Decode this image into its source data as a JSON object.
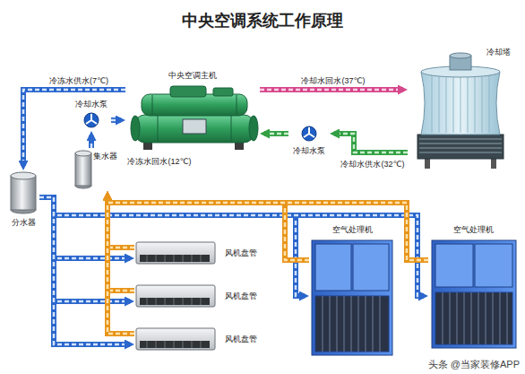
{
  "diagram": {
    "title": "中央空调系统工作原理",
    "nodes": [
      {
        "text": [
          "中央空调主机"
        ]
      },
      {
        "text": [
          "冷却水泵"
        ]
      },
      {
        "text": [
          "冷却水泵"
        ]
      },
      {
        "text": [
          "冷却塔"
        ]
      },
      {
        "text": [
          "集水器"
        ]
      },
      {
        "text": [
          "分水器"
        ]
      },
      {
        "text": [
          "风机盘管"
        ]
      },
      {
        "text": [
          "风机盘管"
        ]
      },
      {
        "text": [
          "风机盘管"
        ]
      },
      {
        "text": [
          "空气处理机"
        ]
      },
      {
        "text": [
          "空气处理机"
        ]
      }
    ],
    "edges": [
      {
        "from": 0,
        "to": 5,
        "label": "冷冻水供水(7℃)",
        "arrow": "to"
      },
      {
        "from": 4,
        "to": 1,
        "arrow": "to"
      },
      {
        "from": 1,
        "to": 0,
        "label": "冷冻水回水(12℃)",
        "arrow": "to"
      },
      {
        "from": 0,
        "to": 3,
        "label": "冷却水回水(37℃)",
        "arrow": "to"
      },
      {
        "from": 3,
        "to": 2,
        "label": "冷却水供水(32℃)",
        "arrow": "to"
      },
      {
        "from": 2,
        "to": 0,
        "arrow": "to"
      },
      {
        "from": 5,
        "to": 6,
        "arrow": "to"
      },
      {
        "from": 5,
        "to": 7,
        "arrow": "to"
      },
      {
        "from": 5,
        "to": 8,
        "arrow": "to"
      },
      {
        "from": 5,
        "to": 9,
        "arrow": "to"
      },
      {
        "from": 5,
        "to": 10,
        "arrow": "to"
      },
      {
        "from": 6,
        "to": 4,
        "arrow": "to"
      },
      {
        "from": 7,
        "to": 4,
        "arrow": "to"
      },
      {
        "from": 8,
        "to": 4,
        "arrow": "to"
      },
      {
        "from": 9,
        "to": 4,
        "arrow": "to"
      },
      {
        "from": 10,
        "to": 4,
        "arrow": "to"
      }
    ],
    "labels": [
      "头条 @当家装修APP"
    ]
  }
}
